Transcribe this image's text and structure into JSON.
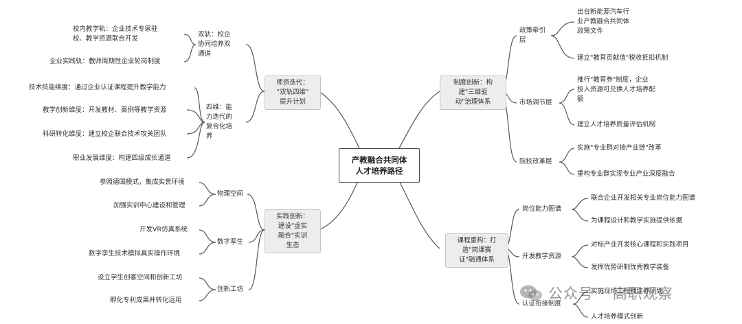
{
  "center": "产教融合共同体\n人才培养路径",
  "watermark": {
    "account": "公众号",
    "separator": "·",
    "name": "高职观察"
  },
  "branches": {
    "teacher": {
      "label": "师资迭代：\n\"双轨四维\"\n提升计划",
      "dual_track": {
        "label": "双轨：校企\n协同培养双\n通道",
        "items": [
          "校内教学轨：企业技术专家驻\n校、教学资源联合开发",
          "企业实践轨：教师周期性企业轮岗制度"
        ]
      },
      "four_dimension": {
        "label": "四维：能\n力迭代的\n复合化培\n养",
        "items": [
          "技术技能维度：通过企业认证课程提升教学能力",
          "教学创新维度：开发教材、案例等教学资源",
          "科研转化维度：建立校企联合技术攻关团队",
          "职业发展维度：构建四级成长通道"
        ]
      }
    },
    "practice": {
      "label": "实践创新：\n建设\"虚实\n融合\"实训\n生态",
      "physical": {
        "label": "物理空间",
        "items": [
          "参照德国模式，集成实景环境",
          "加强实训中心建设和管理"
        ]
      },
      "digital": {
        "label": "数字孪生",
        "items": [
          "开发VR仿真系统",
          "数字孪生技术模拟真实操作环境"
        ]
      },
      "workshop": {
        "label": "创新工坊",
        "items": [
          "设立学生创客空间和创新工坊",
          "孵化专利成果并转化运用"
        ]
      }
    },
    "system": {
      "label": "制度创新：构\n建\"三维驱\n动\"治理体系",
      "policy": {
        "label": "政策牵引\n层",
        "items": [
          "出台新能源汽车行\n业产教融合共同体\n政策文件",
          "建立\"教育贡献值\"税收抵扣机制"
        ]
      },
      "market": {
        "label": "市场调节层",
        "items": [
          "推行\"教育券\"制度，企业\n投入资源可兑换人才培养配\n额",
          "建立人才培养质量评估机制"
        ]
      },
      "reform": {
        "label": "院校改革层",
        "items": [
          "实施\"专业群对接产业链\"改革",
          "重构专业群实现专业产业深度融合"
        ]
      }
    },
    "curriculum": {
      "label": "课程重构：打\n造\"岗课赛\n证\"融通体系",
      "map": {
        "label": "岗位能力图谱",
        "items": [
          "联合企业开发相关专业岗位能力图谱",
          "为课程设计和教学实施提供依据"
        ]
      },
      "resources": {
        "label": "开发教学资源",
        "items": [
          "对标产业开发核心课程和实践项目",
          "发挥优势研制优秀教学装备"
        ]
      },
      "certification": {
        "label": "认证衔接制度",
        "items": [
          "实施现场工程师培养计划",
          "人才培养模式创新"
        ]
      }
    }
  }
}
